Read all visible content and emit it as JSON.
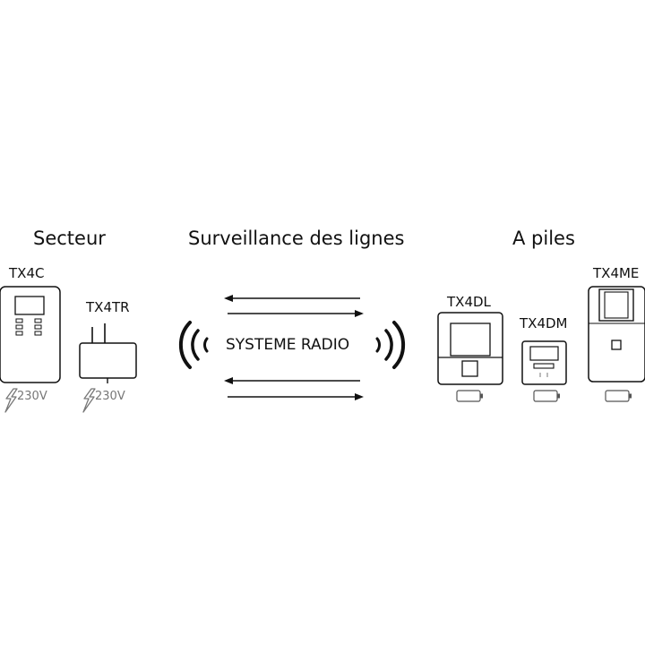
{
  "headings": {
    "left": "Secteur",
    "center": "Surveillance des lignes",
    "right": "A piles"
  },
  "center": {
    "radio_label": "SYSTEME RADIO"
  },
  "devices": [
    {
      "name": "TX4C",
      "power": "230V"
    },
    {
      "name": "TX4TR",
      "power": "230V"
    },
    {
      "name": "TX4DL"
    },
    {
      "name": "TX4DM"
    },
    {
      "name": "TX4ME"
    }
  ],
  "colors": {
    "stroke": "#111111",
    "muted": "#777777"
  },
  "icons": [
    "lightning-icon",
    "battery-icon",
    "radio-wave-icon",
    "arrow-left-icon",
    "arrow-right-icon"
  ]
}
